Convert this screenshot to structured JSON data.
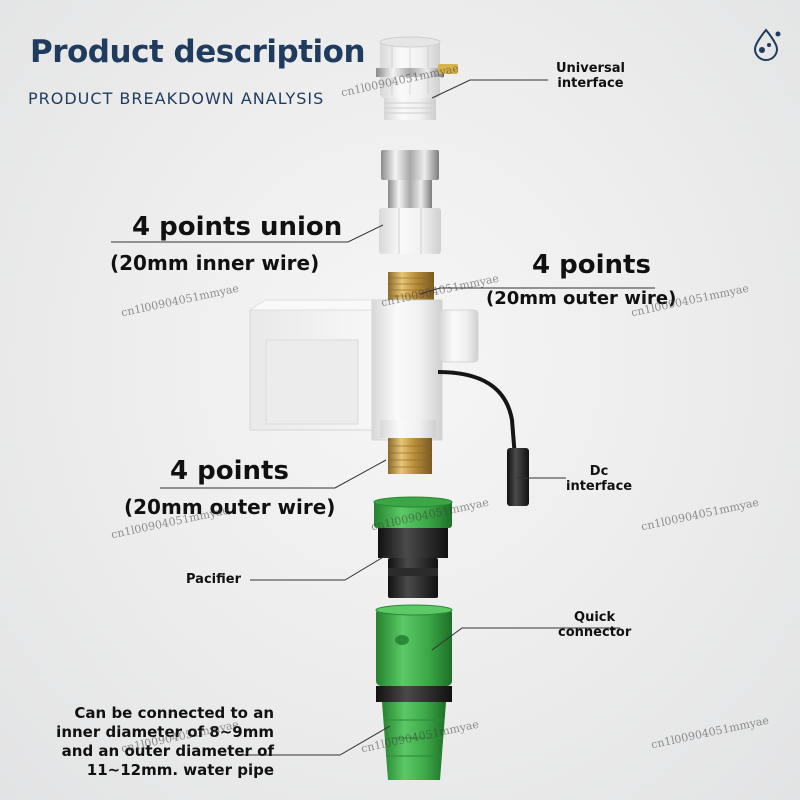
{
  "header": {
    "title": "Product description",
    "subtitle": "PRODUCT BREAKDOWN ANALYSIS"
  },
  "labels": {
    "universal_interface_l1": "Universal",
    "universal_interface_l2": "interface",
    "union_l1": "4 points union",
    "union_l2": "(20mm inner wire)",
    "outer_top_l1": "4 points",
    "outer_top_l2": "(20mm outer wire)",
    "outer_bottom_l1": "4 points",
    "outer_bottom_l2": "(20mm outer wire)",
    "dc_l1": "Dc",
    "dc_l2": "interface",
    "pacifier": "Pacifier",
    "quick_l1": "Quick",
    "quick_l2": "connector",
    "pipe_l1": "Can be connected to an",
    "pipe_l2": "inner diameter of 8~9mm",
    "pipe_l3": "and an outer diameter of",
    "pipe_l4": "11~12mm. water pipe"
  },
  "watermark": "cn1l00904051mmyae",
  "colors": {
    "title": "#1f3b5e",
    "green": "#3aa645",
    "brass": "#c9a04a",
    "body": "#f2f2f2"
  },
  "icons": [
    "water-drop-logo-icon"
  ]
}
